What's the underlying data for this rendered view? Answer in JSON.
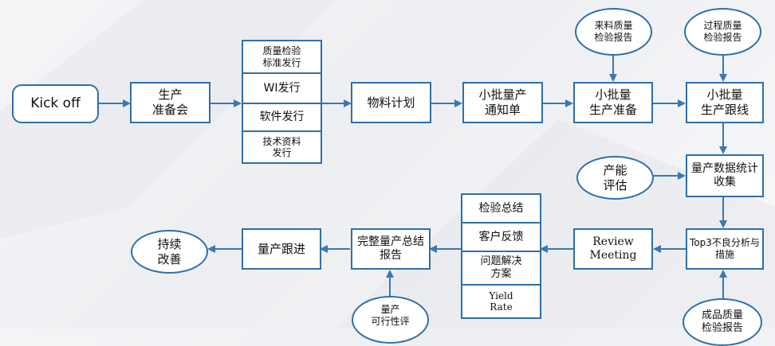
{
  "nodes": {
    "kickoff": "Kick off",
    "prep_meeting": "生产\n准备会",
    "materials_plan": "物料计划",
    "small_batch_notice": "小批量产\n通知单",
    "small_batch_prep": "小批量\n生产准备",
    "small_batch_track": "小批量\n生产跟线",
    "incoming_quality": "来料质量\n检验报告",
    "process_quality": "过程质量\n检验报告",
    "capacity_eval": "产能\n评估",
    "mass_stats": "量产数据统计\n收集",
    "top3_analysis": "Top3不良分析与\n措施",
    "review_meeting": "Review\nMeeting",
    "mass_summary": "完整量产总结\n报告",
    "mass_follow": "量产跟进",
    "continuous_improve": "持续\n改善",
    "finished_quality": "成品质量\n检验报告",
    "mass_feasibility": "量产\n可行性评"
  },
  "release_stack": [
    "质量检验\n标准发行",
    "WI发行",
    "软件发行",
    "技术资料\n发行"
  ],
  "summary_stack": [
    "检验总结",
    "客户反馈",
    "问题解决\n方案",
    "Yield\nRate"
  ],
  "colors": {
    "stroke": "#2f6fa7",
    "fill": "#ffffff",
    "arrow": "#3a78b0"
  }
}
